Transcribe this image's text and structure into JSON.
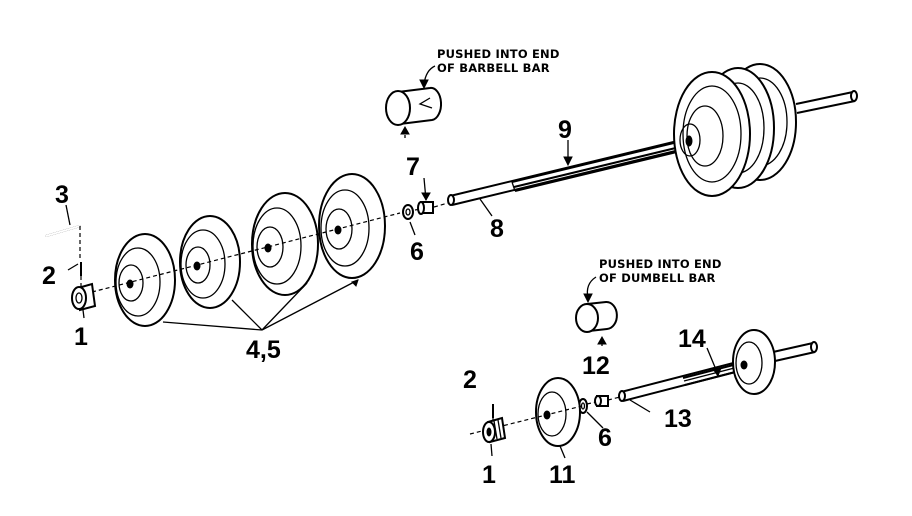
{
  "notes": {
    "barbell_end_line1": "PUSHED INTO END",
    "barbell_end_line2": "OF BARBELL BAR",
    "dumbell_end_line1": "PUSHED INTO END",
    "dumbell_end_line2": "OF DUMBELL BAR"
  },
  "callouts": {
    "c1_left": "1",
    "c2_left": "2",
    "c3": "3",
    "c45": "4,5",
    "c6_top": "6",
    "c7": "7",
    "c8": "8",
    "c9": "9",
    "c12": "12",
    "c14": "14",
    "c2_right": "2",
    "c6_bottom": "6",
    "c13": "13",
    "c1_right": "1",
    "c11": "11"
  }
}
